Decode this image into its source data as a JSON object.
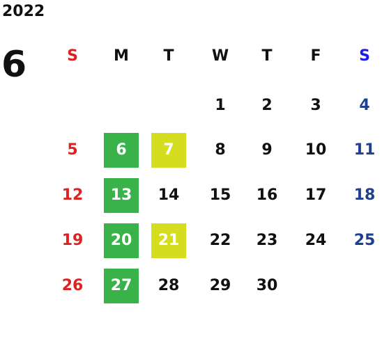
{
  "calendar": {
    "year": "2022",
    "month": "6",
    "colors": {
      "weekday": "#111111",
      "sunday": "#dd2222",
      "saturday": "#1f3f8f",
      "saturday_header": "#1a1aee",
      "highlight_green": "#3ab24a",
      "highlight_yellow": "#d4de1f"
    },
    "weekdays": [
      "S",
      "M",
      "T",
      "W",
      "T",
      "F",
      "S"
    ],
    "weeks": [
      [
        "",
        "",
        "",
        "1",
        "2",
        "3",
        "4"
      ],
      [
        "5",
        "6",
        "7",
        "8",
        "9",
        "10",
        "11"
      ],
      [
        "12",
        "13",
        "14",
        "15",
        "16",
        "17",
        "18"
      ],
      [
        "19",
        "20",
        "21",
        "22",
        "23",
        "24",
        "25"
      ],
      [
        "26",
        "27",
        "28",
        "29",
        "30",
        "",
        ""
      ]
    ],
    "highlights": {
      "green": [
        "6",
        "13",
        "20",
        "27"
      ],
      "yellow": [
        "7",
        "21"
      ]
    }
  }
}
